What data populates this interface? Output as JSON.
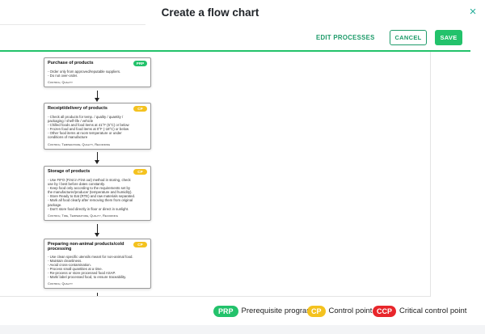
{
  "modal": {
    "title": "Create a flow chart",
    "close_icon": "×"
  },
  "toolbar": {
    "edit_label": "EDIT PROCESSES",
    "cancel_label": "CANCEL",
    "save_label": "SAVE"
  },
  "colors": {
    "accent": "#23c26b",
    "prp": "#23c26b",
    "cp": "#f4c21f",
    "ccp": "#e8262b"
  },
  "nodes": [
    {
      "title": "Purchase of products",
      "badge": "PRP",
      "lines": [
        "- Order only from approved/reputable suppliers.",
        "- Do not over-order."
      ],
      "meta": "Control; Quality"
    },
    {
      "title": "Receipt/delivery of products",
      "badge": "CP",
      "lines": [
        "- Check all products for temp. / quality / quantity /",
        "packaging / shelf-life / vehicle",
        "- Chilled foods and food items at 41°F (5°C) or below",
        "- Frozen food and food items at 0°F (-18°C) or below",
        "- Other food items at room temperature or under",
        "conditions of manufacture"
      ],
      "meta": "Control; Temperature, Quality, Recording"
    },
    {
      "title": "Storage of products",
      "badge": "CP",
      "lines": [
        "- Use FIFO (First in First out) method in storing, check",
        "use by / best before dates constantly.",
        "- Keep food only according to the requirements set by",
        "the manufacturer/producer (temperature and humidity).",
        "- Store Ready to Eat (RTE) and raw materials separated.",
        "- Mark all food clearly after removing them from original",
        "package.",
        "- Don't store food directly in floor or direct in sunlight."
      ],
      "meta": "Control; Time, Temperature, Quality, Recording"
    },
    {
      "title": "Preparing non-animal products/cold processing",
      "badge": "CP",
      "lines": [
        "- Use clean specific utensils meant for non-animal food.",
        "- Maintain cleanliness.",
        "- Avoid cross-contamination.",
        "- Process small quantities at a time.",
        "- Re-process or store processed food ASAP.",
        "- Mark/ label processed food, to ensure traceability."
      ],
      "meta": "Control; Quality"
    }
  ],
  "legend": [
    {
      "badge": "PRP",
      "label": "Prerequisite program"
    },
    {
      "badge": "CP",
      "label": "Control point"
    },
    {
      "badge": "CCP",
      "label": "Critical control point"
    }
  ]
}
